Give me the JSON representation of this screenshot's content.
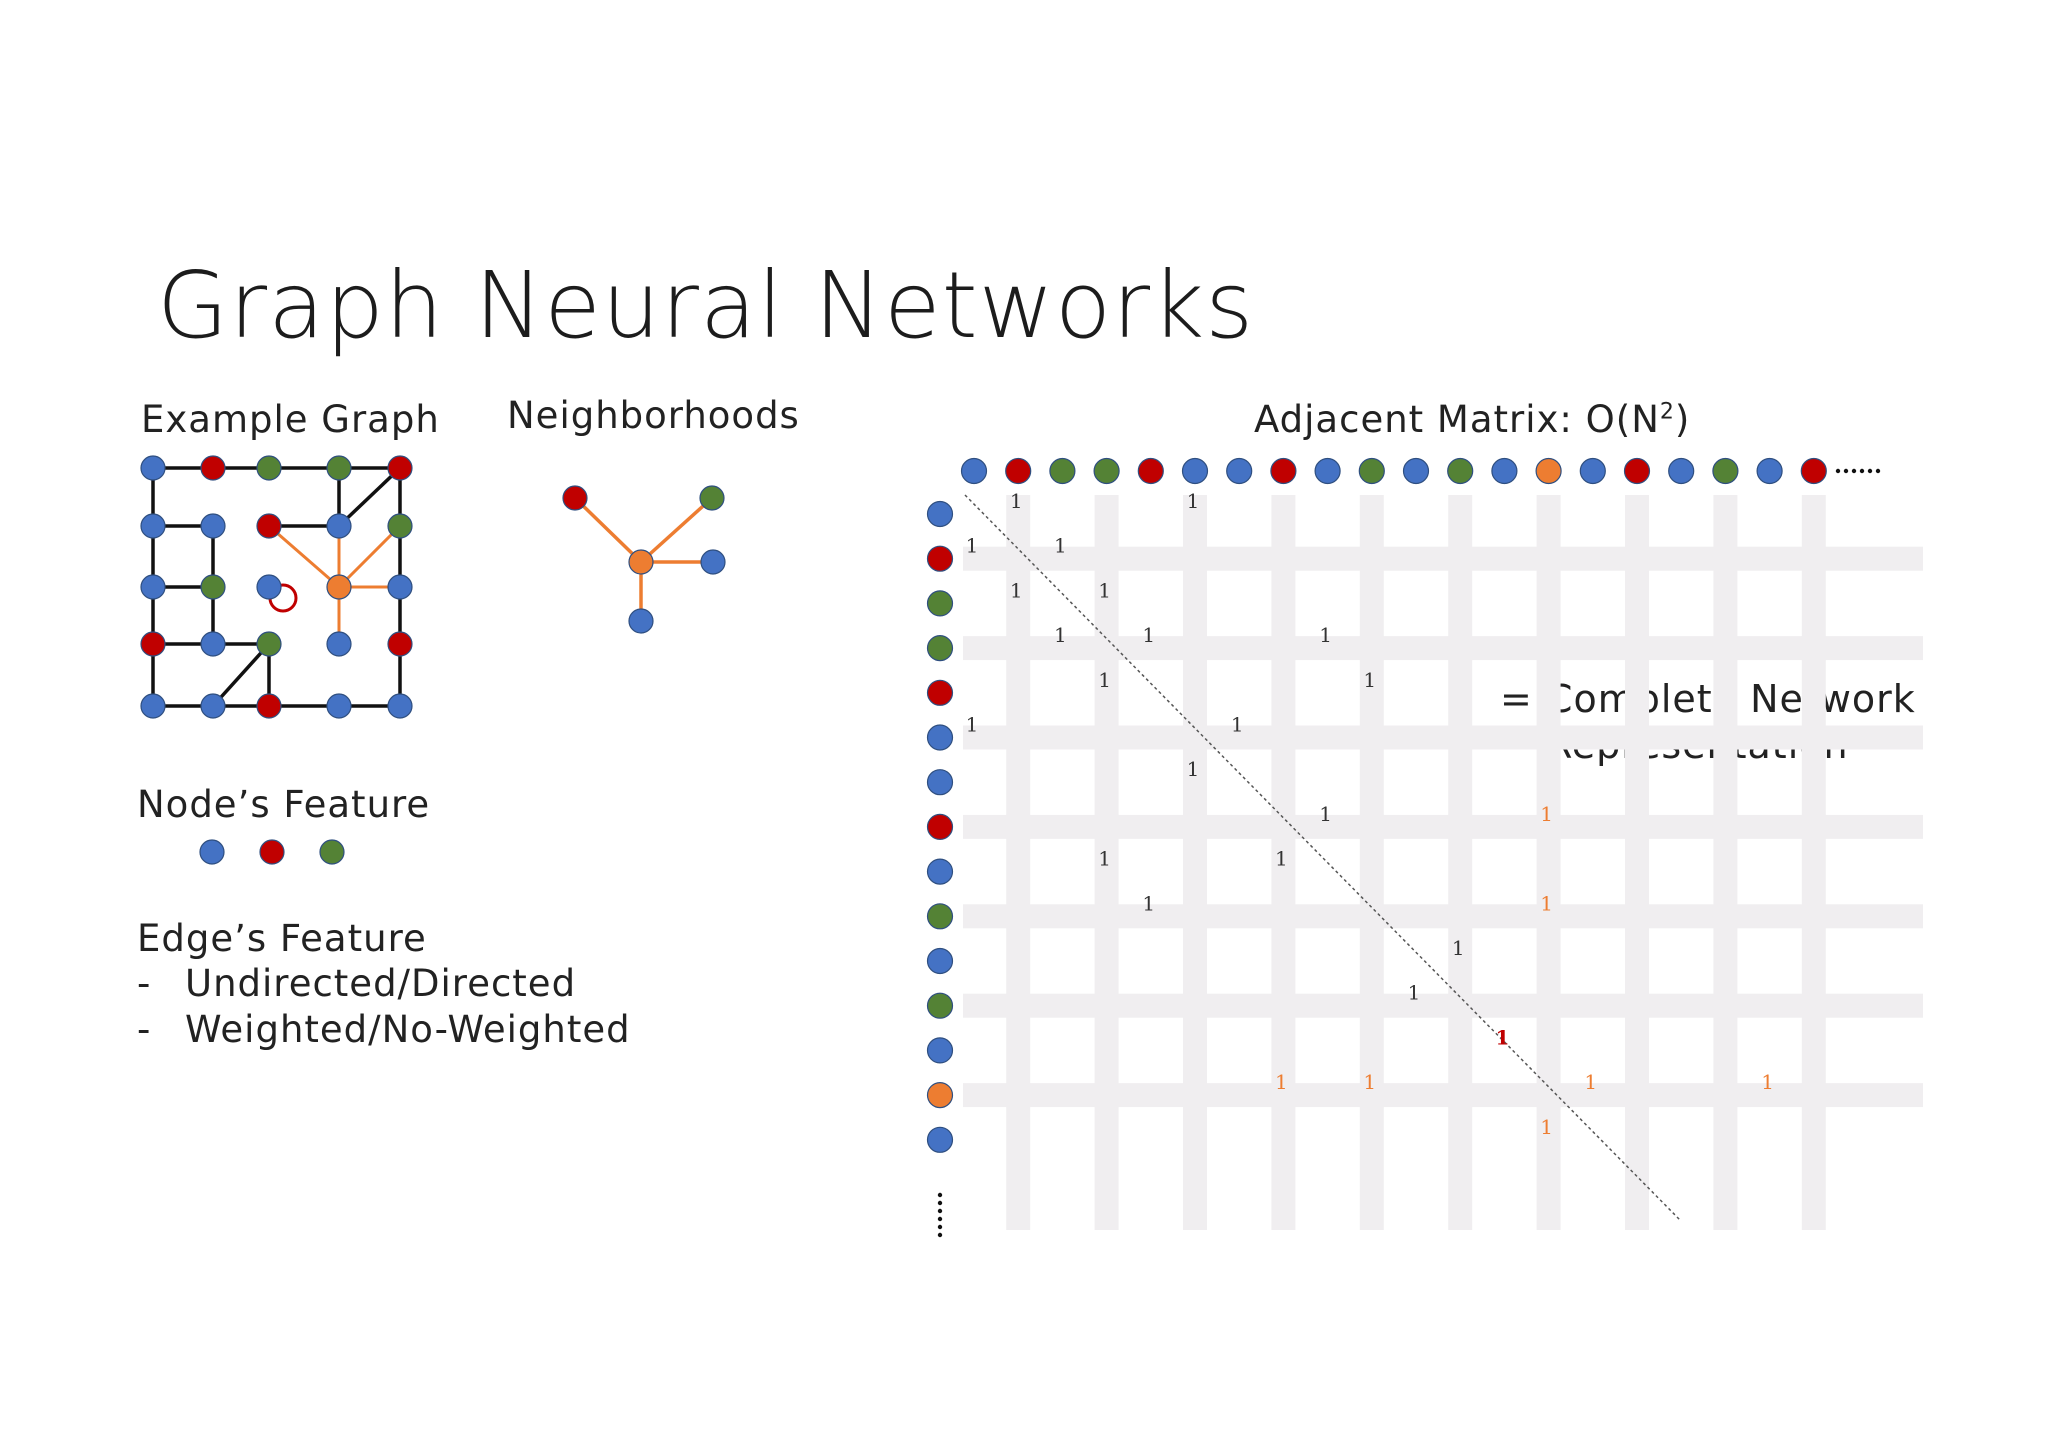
{
  "slide": {
    "title": "Graph Neural Networks",
    "example_graph_label": "Example Graph",
    "neighborhoods_label": "Neighborhoods",
    "node_feature_label": "Node’s Feature",
    "edge_feature_label": "Edge’s Feature",
    "edge_features": [
      {
        "dash": "-",
        "text": "Undirected/Directed"
      },
      {
        "dash": "-",
        "text": "Weighted/No-Weighted"
      }
    ],
    "matrix_label": "Adjacent Matrix: O(N",
    "matrix_label_sup": "2",
    "matrix_label_close": ")",
    "complete_line1": "= Complete Network",
    "complete_line2": "Representation",
    "cell_value": "1"
  },
  "colors": {
    "blue": "#4472c4",
    "red": "#c00000",
    "green": "#548235",
    "orange": "#ed7d31",
    "edge_black": "#111111",
    "edge_orange": "#ed7d31",
    "grid": "#f0eef0",
    "text_gray": "#333333"
  },
  "matrix": {
    "top_nodes": [
      "blue",
      "red",
      "green",
      "green",
      "red",
      "blue",
      "blue",
      "red",
      "blue",
      "green",
      "blue",
      "green",
      "blue",
      "orange",
      "blue",
      "red",
      "blue",
      "green",
      "blue",
      "red"
    ],
    "left_nodes": [
      "blue",
      "red",
      "green",
      "green",
      "red",
      "blue",
      "blue",
      "red",
      "blue",
      "green",
      "blue",
      "green",
      "blue",
      "orange",
      "blue"
    ],
    "ones": [
      {
        "r": 0,
        "c": 1,
        "k": "n"
      },
      {
        "r": 0,
        "c": 5,
        "k": "n"
      },
      {
        "r": 1,
        "c": 0,
        "k": "n"
      },
      {
        "r": 1,
        "c": 2,
        "k": "n"
      },
      {
        "r": 2,
        "c": 1,
        "k": "n"
      },
      {
        "r": 2,
        "c": 3,
        "k": "n"
      },
      {
        "r": 3,
        "c": 2,
        "k": "n"
      },
      {
        "r": 3,
        "c": 4,
        "k": "n"
      },
      {
        "r": 3,
        "c": 8,
        "k": "n"
      },
      {
        "r": 4,
        "c": 3,
        "k": "n"
      },
      {
        "r": 4,
        "c": 9,
        "k": "n"
      },
      {
        "r": 5,
        "c": 0,
        "k": "n"
      },
      {
        "r": 5,
        "c": 6,
        "k": "n"
      },
      {
        "r": 6,
        "c": 5,
        "k": "n"
      },
      {
        "r": 7,
        "c": 8,
        "k": "n"
      },
      {
        "r": 7,
        "c": 13,
        "k": "o"
      },
      {
        "r": 8,
        "c": 3,
        "k": "n"
      },
      {
        "r": 8,
        "c": 7,
        "k": "n"
      },
      {
        "r": 9,
        "c": 4,
        "k": "n"
      },
      {
        "r": 9,
        "c": 13,
        "k": "o"
      },
      {
        "r": 10,
        "c": 11,
        "k": "n"
      },
      {
        "r": 11,
        "c": 10,
        "k": "n"
      },
      {
        "r": 12,
        "c": 12,
        "k": "r"
      },
      {
        "r": 13,
        "c": 7,
        "k": "o"
      },
      {
        "r": 13,
        "c": 9,
        "k": "o"
      },
      {
        "r": 13,
        "c": 14,
        "k": "o"
      },
      {
        "r": 13,
        "c": 18,
        "k": "o"
      },
      {
        "r": 14,
        "c": 13,
        "k": "o"
      }
    ]
  },
  "example_graph": {
    "nodes": [
      {
        "id": "a1",
        "c": "blue"
      },
      {
        "id": "a2",
        "c": "red"
      },
      {
        "id": "a3",
        "c": "green"
      },
      {
        "id": "a4",
        "c": "green"
      },
      {
        "id": "a5",
        "c": "red"
      },
      {
        "id": "b1",
        "c": "blue"
      },
      {
        "id": "b2",
        "c": "blue"
      },
      {
        "id": "b3",
        "c": "red"
      },
      {
        "id": "b4",
        "c": "blue"
      },
      {
        "id": "b5",
        "c": "green"
      },
      {
        "id": "c1",
        "c": "blue"
      },
      {
        "id": "c2",
        "c": "green"
      },
      {
        "id": "c3",
        "c": "blue"
      },
      {
        "id": "c4",
        "c": "orange"
      },
      {
        "id": "c5",
        "c": "blue"
      },
      {
        "id": "d1",
        "c": "red"
      },
      {
        "id": "d2",
        "c": "blue"
      },
      {
        "id": "d3",
        "c": "green"
      },
      {
        "id": "d4",
        "c": "blue"
      },
      {
        "id": "d5",
        "c": "red"
      },
      {
        "id": "e1",
        "c": "blue"
      },
      {
        "id": "e2",
        "c": "blue"
      },
      {
        "id": "e3",
        "c": "red"
      },
      {
        "id": "e4",
        "c": "blue"
      },
      {
        "id": "e5",
        "c": "blue"
      }
    ]
  },
  "neighborhood": {
    "nodes": [
      {
        "id": "center",
        "c": "orange"
      },
      {
        "id": "n1",
        "c": "red"
      },
      {
        "id": "n2",
        "c": "green"
      },
      {
        "id": "n3",
        "c": "blue"
      },
      {
        "id": "n4",
        "c": "blue"
      }
    ]
  },
  "node_feature_samples": [
    "blue",
    "red",
    "green"
  ]
}
